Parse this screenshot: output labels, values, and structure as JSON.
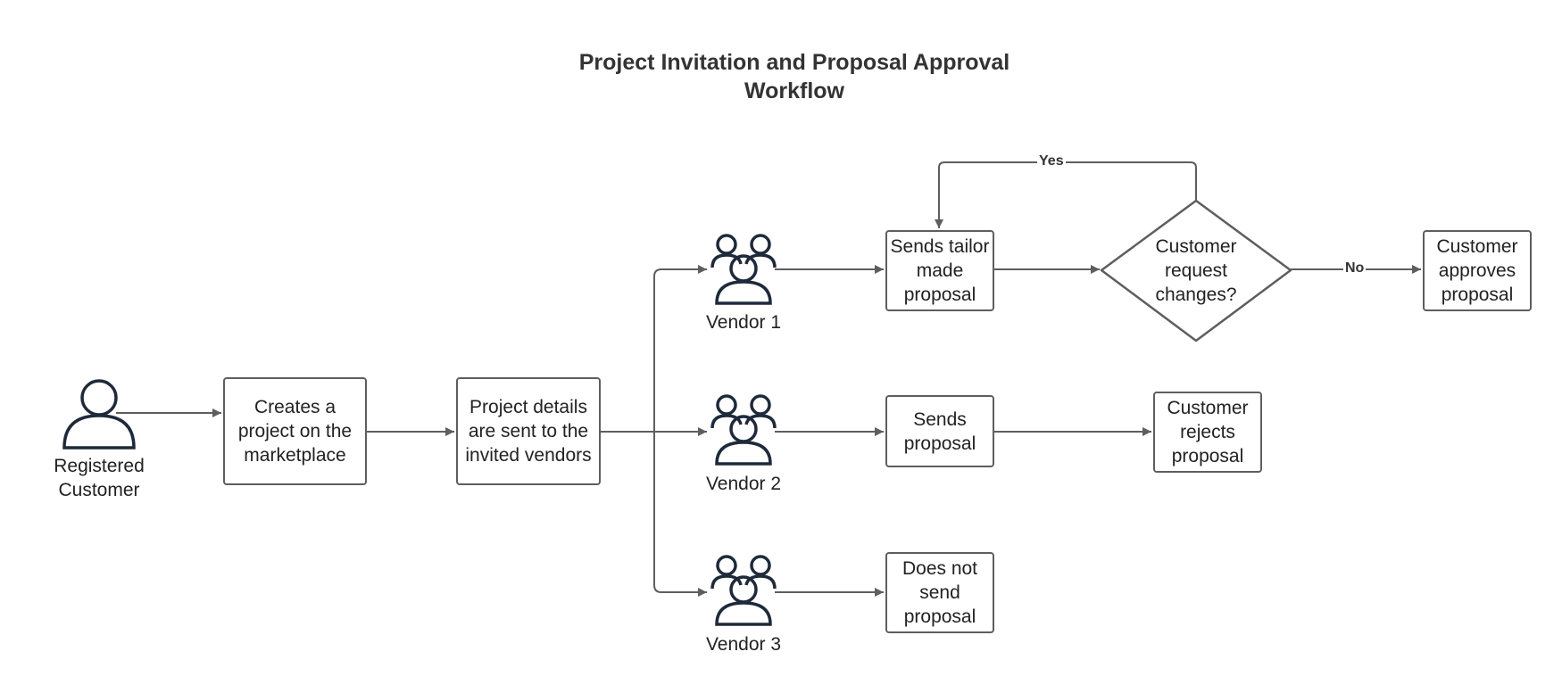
{
  "title": "Project Invitation and Proposal Approval Workflow",
  "actors": {
    "customer": "Registered Customer",
    "vendor1": "Vendor 1",
    "vendor2": "Vendor 2",
    "vendor3": "Vendor 3"
  },
  "nodes": {
    "create_project": "Creates a project on the marketplace",
    "send_details": "Project details are sent to the invited vendors",
    "tailor_proposal": "Sends tailor made proposal",
    "send_proposal": "Sends proposal",
    "no_proposal": "Does not send proposal",
    "decision": "Customer request changes?",
    "approves": "Customer approves proposal",
    "rejects": "Customer rejects proposal"
  },
  "edge_labels": {
    "yes": "Yes",
    "no": "No"
  },
  "colors": {
    "line": "#5e5e5e",
    "icon": "#1e2a3a",
    "text": "#222222"
  },
  "icons": {
    "customer": "person-icon",
    "vendors": "group-icon"
  }
}
